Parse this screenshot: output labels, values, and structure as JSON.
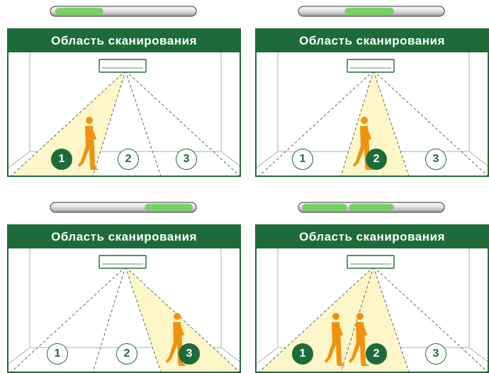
{
  "colors": {
    "header": "#1e6b3a",
    "zone_fill": "#fdf6c8",
    "person": "#f0920f",
    "indicator_glow": "#6ccf5a"
  },
  "panels": [
    {
      "title": "Область сканирования",
      "active_zones": [
        1
      ],
      "indicator_segment": "left",
      "zones": [
        {
          "number": "1",
          "state": "active"
        },
        {
          "number": "2",
          "state": "inactive"
        },
        {
          "number": "3",
          "state": "inactive"
        }
      ],
      "people_in_zones": [
        1
      ]
    },
    {
      "title": "Область сканирования",
      "active_zones": [
        2
      ],
      "indicator_segment": "center",
      "zones": [
        {
          "number": "1",
          "state": "inactive"
        },
        {
          "number": "2",
          "state": "active"
        },
        {
          "number": "3",
          "state": "inactive"
        }
      ],
      "people_in_zones": [
        2
      ]
    },
    {
      "title": "Область сканирования",
      "active_zones": [
        3
      ],
      "indicator_segment": "right",
      "zones": [
        {
          "number": "1",
          "state": "inactive"
        },
        {
          "number": "2",
          "state": "inactive"
        },
        {
          "number": "3",
          "state": "active"
        }
      ],
      "people_in_zones": [
        3
      ]
    },
    {
      "title": "Область сканирования",
      "active_zones": [
        1,
        2
      ],
      "indicator_segment": "left-center",
      "zones": [
        {
          "number": "1",
          "state": "active"
        },
        {
          "number": "2",
          "state": "active"
        },
        {
          "number": "3",
          "state": "inactive"
        }
      ],
      "people_in_zones": [
        1,
        2
      ]
    }
  ]
}
